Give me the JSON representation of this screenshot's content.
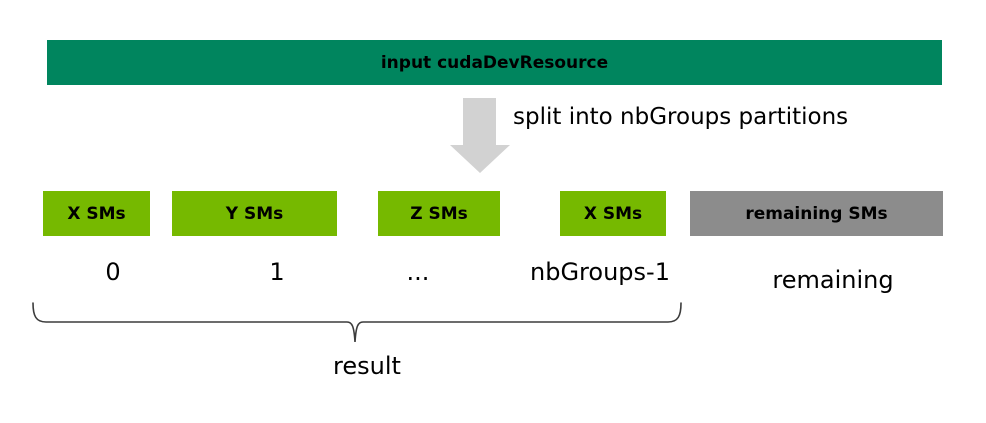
{
  "colors": {
    "input_bar": "#00855E",
    "partition_green": "#76B900",
    "partition_gray": "#8C8C8C",
    "arrow": "#D2D2D2",
    "brace": "#3C3C3C"
  },
  "input_bar": {
    "label": "input cudaDevResource"
  },
  "split": {
    "label": "split into nbGroups partitions"
  },
  "partitions": [
    {
      "label": "X SMs",
      "index_label": "0",
      "color": "green"
    },
    {
      "label": "Y SMs",
      "index_label": "1",
      "color": "green"
    },
    {
      "label": "Z SMs",
      "index_label": "...",
      "color": "green"
    },
    {
      "label": "X SMs",
      "index_label": "nbGroups-1",
      "color": "green"
    },
    {
      "label": "remaining SMs",
      "index_label": "remaining",
      "color": "gray"
    }
  ],
  "brace": {
    "label": "result"
  }
}
